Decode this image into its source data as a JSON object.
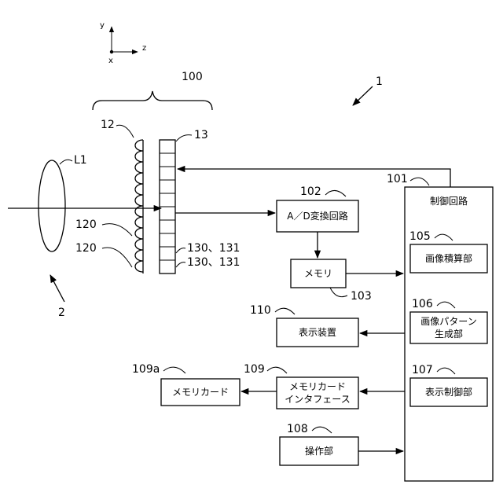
{
  "axes": {
    "y": "y",
    "z": "z",
    "x": "x"
  },
  "refs": {
    "device": "1",
    "incident": "2",
    "unit": "100",
    "lens": "L1",
    "microlens": "12",
    "sensor": "13",
    "microlens_elem_a": "120",
    "microlens_elem_b": "120",
    "pixel_a": "130、131",
    "pixel_b": "130、131",
    "control_ref": "101",
    "ad_ref": "102",
    "memory_ref": "103",
    "integration_ref": "105",
    "pattern_ref": "106",
    "display_ctrl_ref": "107",
    "operation_ref": "108",
    "card_if_ref": "109",
    "card_ref": "109a",
    "display_ref": "110"
  },
  "blocks": {
    "control": "制御回路",
    "ad": "A／D変換回路",
    "memory": "メモリ",
    "integration": "画像積算部",
    "pattern_l1": "画像パターン",
    "pattern_l2": "生成部",
    "display_ctrl": "表示制御部",
    "display": "表示装置",
    "card_if_l1": "メモリカード",
    "card_if_l2": "インタフェース",
    "card": "メモリカード",
    "operation": "操作部"
  }
}
